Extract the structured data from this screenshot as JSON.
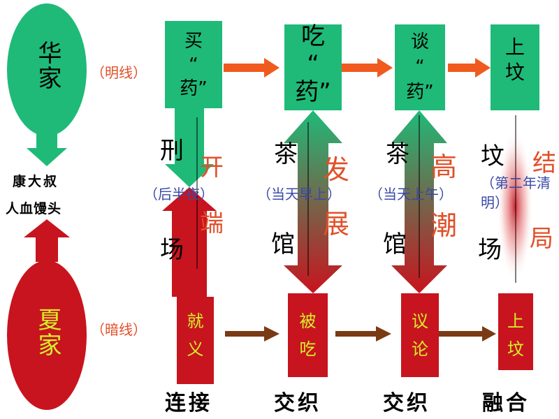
{
  "colors": {
    "green": "#1fba78",
    "red": "#c8141e",
    "orange_arrow": "#f05a1e",
    "brown_arrow": "#7a3a14",
    "accent_text": "#e0502a",
    "blue_text": "#3a4aa8",
    "yellow_text": "#d4f02a"
  },
  "hua": {
    "name": "华家",
    "note": "（明线）"
  },
  "xia": {
    "name": "夏家",
    "note": "（暗线）"
  },
  "link": {
    "line1": "康大叔",
    "line2": "人血馒头"
  },
  "top_boxes": [
    {
      "l1": "买",
      "l2": "“",
      "l3": "药”"
    },
    {
      "l1": "吃",
      "l2": "“",
      "l3": "药”"
    },
    {
      "l1": "谈",
      "l2": "“",
      "l3": "药”"
    },
    {
      "l1": "上",
      "l2": "坟",
      "l3": ""
    }
  ],
  "bottom_boxes": [
    {
      "l1": "就",
      "l2": "义"
    },
    {
      "l1": "被",
      "l2": "吃"
    },
    {
      "l1": "议",
      "l2": "论"
    },
    {
      "l1": "上",
      "l2": "坟"
    }
  ],
  "places": [
    {
      "top": "刑",
      "bottom": "场"
    },
    {
      "top": "茶",
      "bottom": "馆"
    },
    {
      "top": "茶",
      "bottom": "馆"
    },
    {
      "top": "坟",
      "bottom": "场"
    }
  ],
  "times": [
    "（后半夜）",
    "（当天早上）",
    "（当天上午）",
    "（第二年清明）"
  ],
  "stages": [
    {
      "a": "开",
      "b": "端"
    },
    {
      "a": "发",
      "b": "展"
    },
    {
      "a": "高",
      "b": "潮"
    },
    {
      "a": "结",
      "b": "局"
    }
  ],
  "bottom_labels": [
    "连接",
    "交织",
    "交织",
    "融合"
  ]
}
